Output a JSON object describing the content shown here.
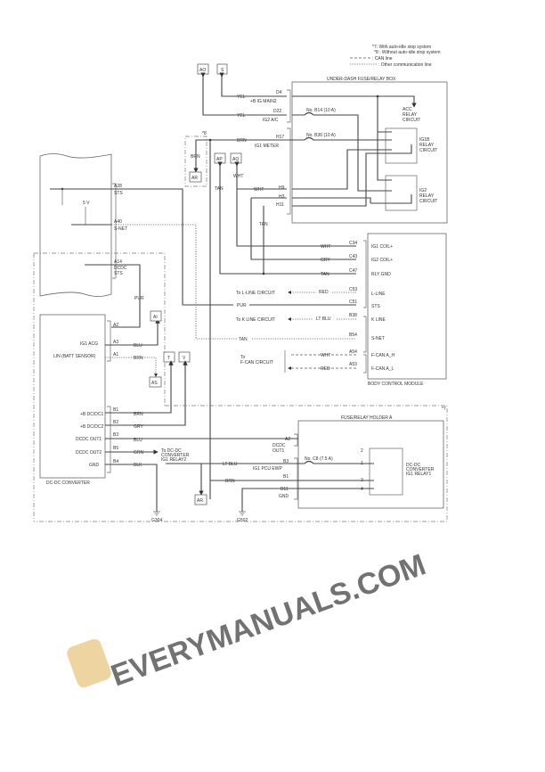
{
  "legend": {
    "note7": "*7: With auto-idle stop system",
    "note8": "*8 : Without auto-idle stop system",
    "can": ": CAN line",
    "other": ": Other communication line"
  },
  "refs": {
    "ao": "AO",
    "s": "S",
    "ar": "AR",
    "ap": "AP",
    "aq": "AQ",
    "ai": "AI",
    "as": "AS",
    "t": "T",
    "v": "V",
    "ar2": "AR"
  },
  "underdash": {
    "title": "UNDER-DASH FUSE/RELAY BOX",
    "d4": "D4",
    "d4_sig": "+B IG MAIN2",
    "d22": "D22",
    "d22_sig": "IG2 A/C",
    "h17": "H17",
    "h17_sig": "IG1 METER",
    "h9": "H9",
    "h3": "H3",
    "h11": "H11",
    "fuse_b14": "No. B14 (10 A)",
    "fuse_b36": "No. B36 (10 A)",
    "acc_relay": [
      "ACC",
      "RELAY",
      "CIRCUIT"
    ],
    "ig1b_relay": [
      "IG1B",
      "RELAY",
      "CIRCUIT"
    ],
    "ig2_relay": [
      "IG2",
      "RELAY",
      "CIRCUIT"
    ]
  },
  "wires": {
    "yel1": "YEL",
    "yel2": "YEL",
    "brn1": "BRN",
    "brn_ar": "BRN",
    "tan_ap": "TAN",
    "wht_aq": "WHT",
    "wht_h9": "WHT",
    "tan_h11": "TAN",
    "wht_c34": "WHT",
    "gry_c43": "GRY",
    "tan_c47": "TAN",
    "red_c53": "RED",
    "pur_c51": "PUR",
    "ltblu_b38": "LT BLU",
    "tan_b54": "TAN",
    "wht_a54": "WHT",
    "red_a53": "RED",
    "pur_a14": "PUR",
    "blu_a3": "BLU",
    "brn_a1": "BRN",
    "brn_b1": "BRN",
    "gry_b2": "GRY",
    "blu_b3": "BLU",
    "grn_b5": "GRN",
    "blk_b4": "BLK",
    "ltblu_b3r": "LT BLU",
    "brn_b1r": "BRN"
  },
  "note8_tag": "*8",
  "note7_tag": "*7",
  "ecu": {
    "a28": "A28",
    "a28_sig": "STS",
    "five_v": "5 V",
    "a40": "A40",
    "a40_sig": "S-NET",
    "a14": "A14",
    "a14_sig1": "DCDC",
    "a14_sig2": "STS"
  },
  "bcm": {
    "title": "BODY CONTROL MODULE",
    "pins": [
      {
        "pin": "C34",
        "sig": "IG1 COIL+"
      },
      {
        "pin": "C43",
        "sig": "IG2 COIL+"
      },
      {
        "pin": "C47",
        "sig": "RLY GND"
      },
      {
        "pin": "C53",
        "sig": "L-LINE"
      },
      {
        "pin": "C51",
        "sig": "STS"
      },
      {
        "pin": "B38",
        "sig": "K LINE"
      },
      {
        "pin": "B54",
        "sig": "S-NET"
      },
      {
        "pin": "A54",
        "sig": "F-CAN A_H"
      },
      {
        "pin": "A53",
        "sig": "F-CAN A_L"
      }
    ],
    "to_lline": "To L-LINE CIRCUIT",
    "to_kline": "To K LINE CIRCUIT",
    "to_fcan1": "To",
    "to_fcan2": "F-CAN CIRCUIT"
  },
  "dcdc": {
    "title": "DC-DC CONVERTER",
    "a2": "A2",
    "a3": "A3",
    "a3_sig": "IG1 ACG",
    "a1": "A1",
    "a1_sig": "LIN (BATT SENSOR)",
    "pins": [
      {
        "pin": "B1",
        "sig": "+B DC/DC1"
      },
      {
        "pin": "B2",
        "sig": "+B DC/DC2"
      },
      {
        "pin": "B3",
        "sig": "DCDC OUT1"
      },
      {
        "pin": "B5",
        "sig": "DCDC OUT2"
      },
      {
        "pin": "B4",
        "sig": "GND"
      }
    ],
    "to_relay2": [
      "To DC-DC",
      "CONVERTER",
      "IG1 RELAY2"
    ]
  },
  "holder": {
    "title": "FUSE/RELAY HOLDER A",
    "a2": "A2",
    "a2_sig1": "DCDC",
    "a2_sig2": "OUT1",
    "b3": "B3",
    "b3_sig": "IG1 PCU EWP",
    "b1": "B1",
    "b11": "B11",
    "gnd": "GND",
    "fuse_c8": "No. C8 (7.5 A)",
    "terms": [
      "2",
      "1",
      "3",
      "4"
    ],
    "relay": [
      "DC-DC",
      "CONVERTER",
      "IG1 RELAY1"
    ]
  },
  "grounds": {
    "g304": "G304",
    "g502": "G502"
  },
  "watermark": "EVERYMANUALS.COM"
}
